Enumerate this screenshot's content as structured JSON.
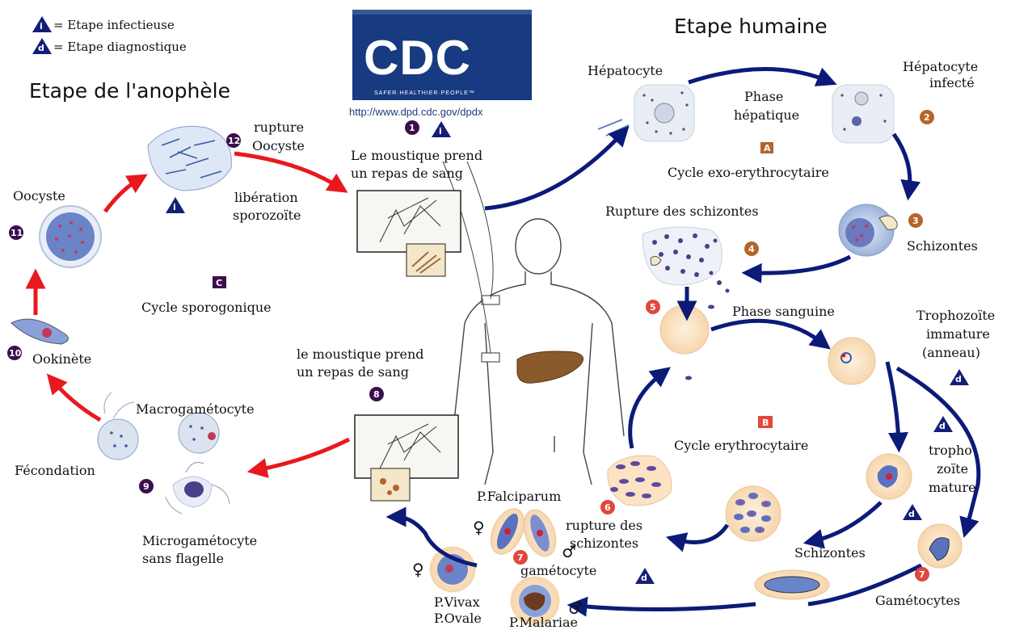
{
  "legend": {
    "infective": "= Etape infectieuse",
    "diagnostic": "= Etape diagnostique",
    "i_letter": "i",
    "d_letter": "d"
  },
  "logo": {
    "text": "CDC",
    "tagline": "SAFER·HEALTHIER·PEOPLE™",
    "url": "http://www.dpd.cdc.gov/dpdx"
  },
  "headings": {
    "human": "Etape humaine",
    "mosquito": "Etape de l'anophèle"
  },
  "stage_numbers": [
    "1",
    "2",
    "3",
    "4",
    "5",
    "6",
    "7",
    "8",
    "9",
    "10",
    "11",
    "12"
  ],
  "cycle_letters": {
    "A": "A",
    "B": "B",
    "C": "C"
  },
  "labels": {
    "hepatocyte": "Hépatocyte",
    "hepatocyte_infected_1": "Hépatocyte",
    "hepatocyte_infected_2": "infecté",
    "liver_phase_1": "Phase",
    "liver_phase_2": "hépatique",
    "exo_cycle": "Cycle exo-erythrocytaire",
    "schizont_rupture_top": "Rupture des schizontes",
    "schizontes_top": "Schizontes",
    "blood_phase": "Phase sanguine",
    "tropho_imm_1": "Trophozoïte",
    "tropho_imm_2": "immature",
    "tropho_imm_3": "(anneau)",
    "erythro_cycle": "Cycle erythrocytaire",
    "tropho_mat_1": "tropho",
    "tropho_mat_2": "zoïte",
    "tropho_mat_3": "mature",
    "schizontes_bottom": "Schizontes",
    "gametocytes": "Gamétocytes",
    "schizont_rupture_bottom_1": "rupture des",
    "schizont_rupture_bottom_2": "schizontes",
    "p_falciparum": "P.Falciparum",
    "gametocyte": "gamétocyte",
    "p_vivax": "P.Vivax",
    "p_ovale": "P.Ovale",
    "p_malariae": "P.Malariae",
    "female_symbol": "♀",
    "male_symbol": "♂",
    "mosquito_meal_top_1": "Le moustique prend",
    "mosquito_meal_top_2": "un repas de sang",
    "mosquito_meal_bottom_1": "le moustique prend",
    "mosquito_meal_bottom_2": "un repas de sang",
    "oocyst_rupture_1": "rupture",
    "oocyst_rupture_2": "Oocyste",
    "sporozoite_release_1": "libération",
    "sporozoite_release_2": "sporozoïte",
    "oocyste": "Oocyste",
    "sporogonic_cycle": "Cycle sporogonique",
    "ookinete": "Ookinète",
    "macrogametocyte": "Macrogamétocyte",
    "fecondation": "Fécondation",
    "microgametocyte_1": "Microgamétocyte",
    "microgametocyte_2": "sans flagelle"
  },
  "colors": {
    "human_arrow": "#0c1a78",
    "mosquito_arrow": "#e8191e",
    "badge_dark": "#3b0f4d",
    "badge_brown": "#b5652a",
    "badge_red": "#e0483c",
    "triangle_blue": "#141e78",
    "cdc_blue": "#173a80",
    "cell_fill": "#fbe3c4"
  }
}
